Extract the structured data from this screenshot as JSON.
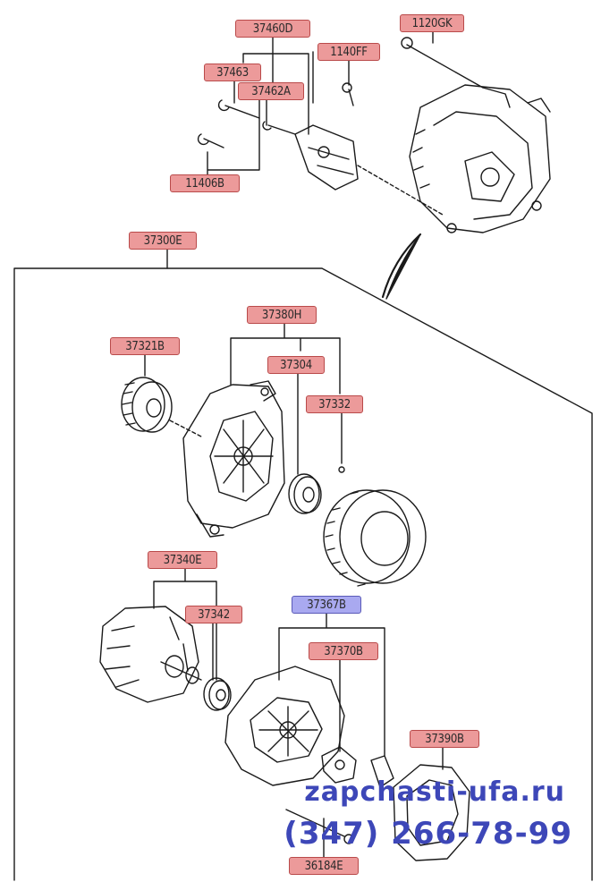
{
  "labels": {
    "p37460d": "37460D",
    "p1120gk": "1120GK",
    "p37463": "37463",
    "p1140ff": "1140FF",
    "p37462a": "37462A",
    "p11406b": "11406B",
    "p37300e": "37300E",
    "p37380h": "37380H",
    "p37321b": "37321B",
    "p37304": "37304",
    "p37332": "37332",
    "p37340e": "37340E",
    "p37342": "37342",
    "p37367b": "37367B",
    "p37370b": "37370B",
    "p37390b": "37390B",
    "p36184e": "36184E"
  },
  "watermark": {
    "site": "zapchasti-ufa.ru",
    "phone": "(347) 266-78-99"
  },
  "colors": {
    "tag_fill": "#ec9a9a",
    "tag_selected_fill": "#a9a9f0",
    "line": "#1a1a1a",
    "watermark": "#3d47b8"
  }
}
